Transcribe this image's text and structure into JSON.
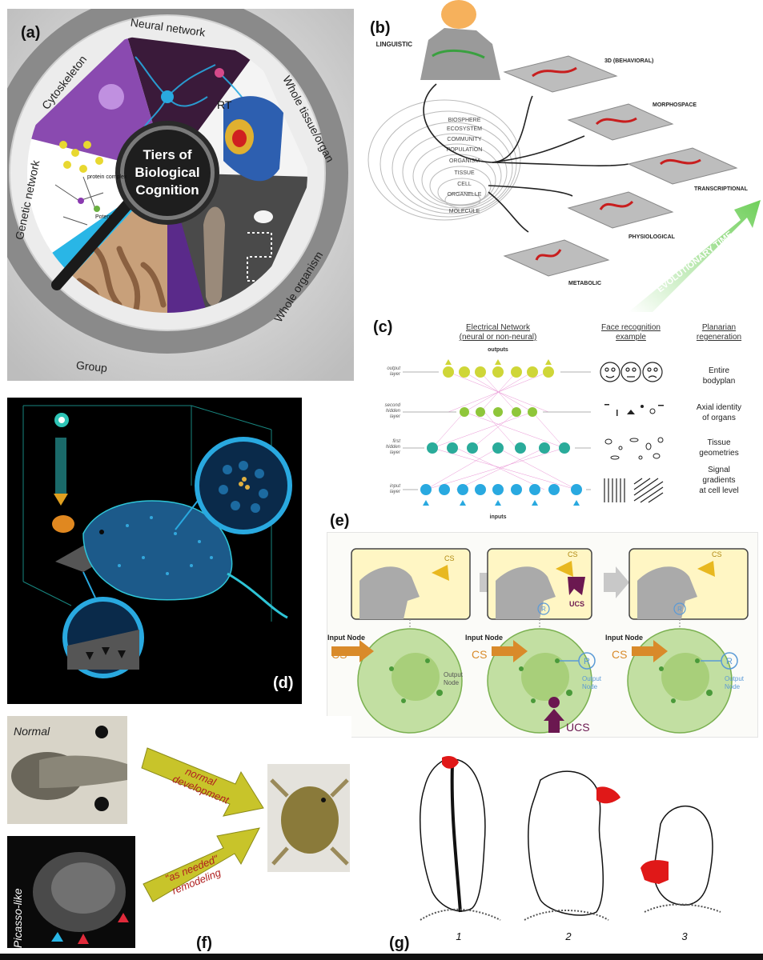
{
  "panel_labels": {
    "a": "(a)",
    "b": "(b)",
    "c": "(c)",
    "d": "(d)",
    "e": "(e)",
    "f": "(f)",
    "g": "(g)"
  },
  "panel_a": {
    "center_line1": "Tiers of",
    "center_line2": "Biological",
    "center_line3": "Cognition",
    "ring_labels": [
      "Neural network",
      "Whole tissue/organ",
      "Whole organism",
      "Group",
      "Genetic network",
      "Cytoskeleton"
    ],
    "rt_label": "RT",
    "protein_label": "protein complex",
    "potent_label": "Potent"
  },
  "panel_b": {
    "linguistic": "LINGUISTIC",
    "levels": [
      "BIOSPHERE",
      "ECOSYSTEM",
      "COMMUNITY",
      "POPULATION",
      "ORGANISM",
      "TISSUE",
      "CELL",
      "ORGANELLE",
      "MOLECULE"
    ],
    "spaces": [
      "3D (BEHAVIORAL)",
      "MORPHOSPACE",
      "TRANSCRIPTIONAL",
      "PHYSIOLOGICAL",
      "METABOLIC"
    ],
    "evolutionary_time": "EVOLUTIONARY TIME"
  },
  "panel_c": {
    "col1_title": "Electrical Network",
    "col1_sub": "(neural or non-neural)",
    "col2_title": "Face recognition",
    "col2_sub": "example",
    "col3_title": "Planarian",
    "col3_sub": "regeneration",
    "outputs": "outputs",
    "inputs": "inputs",
    "layers": [
      {
        "l1": "output",
        "l2": "layer",
        "l3": ""
      },
      {
        "l1": "second",
        "l2": "hidden",
        "l3": "layer"
      },
      {
        "l1": "first",
        "l2": "hidden",
        "l3": "layer"
      },
      {
        "l1": "input",
        "l2": "layer",
        "l3": ""
      }
    ],
    "right_labels": [
      {
        "l1": "Entire",
        "l2": "bodyplan"
      },
      {
        "l1": "Axial identity",
        "l2": "of organs"
      },
      {
        "l1": "Tissue",
        "l2": "geometries"
      },
      {
        "l1": "Signal",
        "l2": "gradients",
        "l3": "at cell level"
      }
    ]
  },
  "panel_e": {
    "cs": "CS",
    "ucs": "UCS",
    "r": "R",
    "input_node": "Input Node",
    "output_node_l1": "Output",
    "output_node_l2": "Node"
  },
  "panel_f": {
    "normal": "Normal",
    "picasso": "Picasso-like",
    "arrow1_l1": "normal",
    "arrow1_l2": "development",
    "arrow2_l1": "\"as needed\"",
    "arrow2_l2": "remodeling"
  },
  "panel_g": {
    "numbers": [
      "1",
      "2",
      "3"
    ]
  },
  "colors": {
    "accent_red": "#cc2020",
    "neural_cyan": "#29a9e0",
    "node_green": "#8dc63f",
    "arrow_olive": "#b8b820",
    "ucs_purple": "#6b1850",
    "evo_green": "#7cd36a"
  }
}
